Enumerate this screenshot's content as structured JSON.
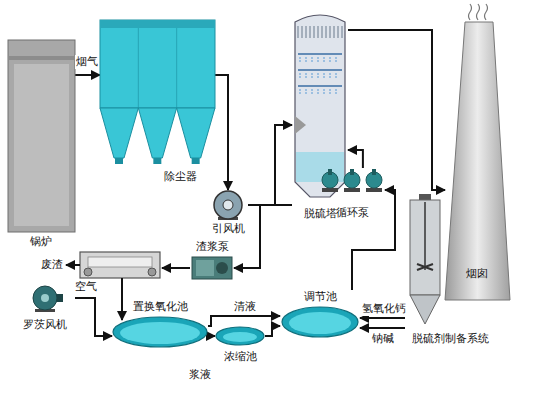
{
  "diagram": {
    "nodes": [
      {
        "text": [
          "锅炉"
        ]
      },
      {
        "text": [
          "除尘器"
        ]
      },
      {
        "text": [
          "引风机"
        ]
      },
      {
        "text": [
          "脱硫塔"
        ]
      },
      {
        "text": [
          "循环泵"
        ]
      },
      {
        "text": [
          "烟囱"
        ]
      },
      {
        "text": [
          "渣浆泵"
        ]
      },
      {
        "text": [
          "置换氧化池"
        ]
      },
      {
        "text": [
          "浓缩池"
        ]
      },
      {
        "text": [
          "调节池"
        ]
      },
      {
        "text": [
          "脱硫剂制备系统"
        ]
      },
      {
        "text": [
          "罗茨风机"
        ]
      }
    ],
    "edges": [
      {
        "from": 0,
        "to": 1,
        "arrow": "to",
        "label": "烟气"
      },
      {
        "from": 1,
        "to": 2,
        "arrow": "to"
      },
      {
        "from": 2,
        "to": 3,
        "arrow": "to"
      },
      {
        "from": 3,
        "to": 5,
        "arrow": "to"
      },
      {
        "from": 4,
        "to": 3,
        "arrow": "to"
      },
      {
        "from": 3,
        "to": 6,
        "arrow": "to"
      },
      {
        "from": 9,
        "to": 4,
        "arrow": "to"
      },
      {
        "from": 10,
        "to": 9,
        "arrow": "to",
        "label": "氢氧化钙"
      },
      {
        "from": 10,
        "to": 9,
        "arrow": "to",
        "label": "钠碱"
      },
      {
        "from": 7,
        "to": 9,
        "arrow": "to",
        "label": "清液"
      },
      {
        "from": 7,
        "to": 8,
        "arrow": "to"
      },
      {
        "from": 8,
        "to": 9,
        "arrow": "to"
      },
      {
        "from": 11,
        "to": 7,
        "arrow": "to",
        "label": "空气"
      }
    ],
    "labels": [
      "废渣",
      "浆液"
    ]
  }
}
